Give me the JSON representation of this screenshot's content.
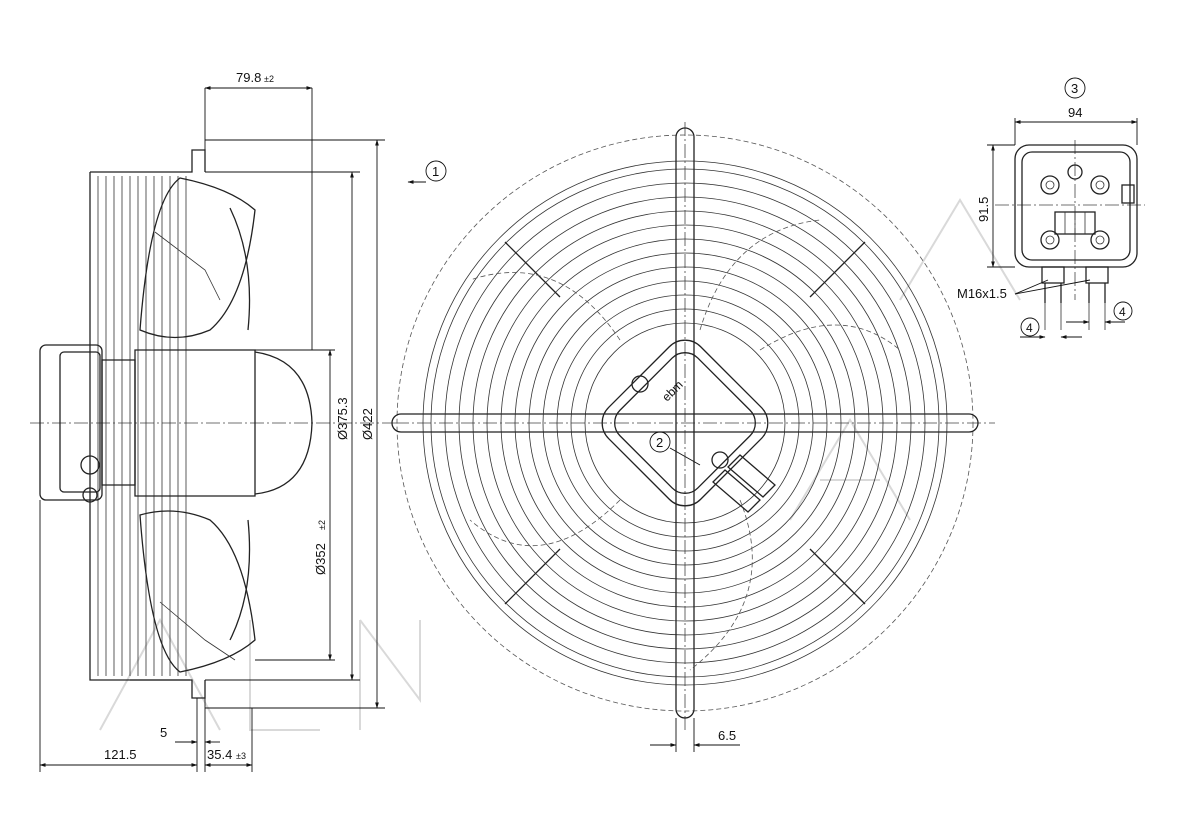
{
  "side_view": {
    "dim_top": "79.8",
    "dim_top_tol": "±2",
    "dim_d1": "Ø375.3",
    "dim_d2": "Ø422",
    "dim_d3": "Ø352",
    "dim_d3_tol": "±2",
    "dim_bottom_left": "121.5",
    "dim_bottom_small": "5",
    "dim_bottom_right": "35.4",
    "dim_bottom_right_tol": "±3",
    "callout_1": "1"
  },
  "front_view": {
    "callout_2": "2",
    "dim_bottom": "6.5",
    "brand_mark": "ebm"
  },
  "terminal_box": {
    "callout_3": "3",
    "dim_width": "94",
    "dim_height": "91.5",
    "thread": "M16x1.5",
    "callout_4a": "4",
    "callout_4b": "4"
  }
}
